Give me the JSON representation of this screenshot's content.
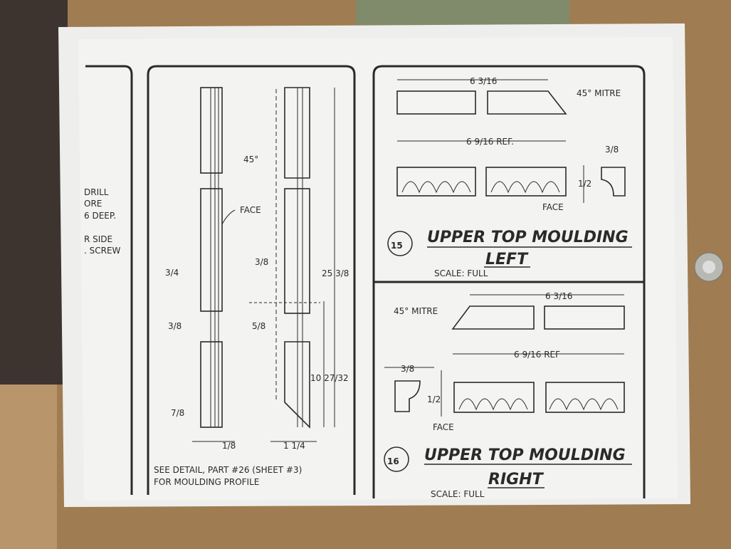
{
  "colors": {
    "wood": "#9c7a52",
    "paper": "#f1f2ef",
    "ink": "#2a2a2a"
  },
  "left_panel": {
    "lines": [
      "DRILL",
      "ORE",
      "6 DEEP.",
      "R SIDE",
      ". SCREW"
    ]
  },
  "middle_panel": {
    "labels": {
      "face": "FACE",
      "angle": "45°",
      "d34": "3/4",
      "d38a": "3/8",
      "d38b": "3/8",
      "d58": "5/8",
      "d78": "7/8",
      "d18": "1/8",
      "d114": "1 1/4",
      "d2538": "25 3/8",
      "d102732": "10 27/32"
    },
    "note_line1": "SEE DETAIL, PART #26 (SHEET #3)",
    "note_line2": "FOR MOULDING PROFILE"
  },
  "part15": {
    "number": "15",
    "title_line1": "UPPER TOP MOULDING",
    "title_line2": "LEFT",
    "scale": "SCALE: FULL",
    "dim_length": "6 3/16",
    "dim_ref": "6 9/16 REF.",
    "mitre": "45° MITRE",
    "dim_width": "3/8",
    "dim_height": "1/2",
    "face": "FACE"
  },
  "part16": {
    "number": "16",
    "title_line1": "UPPER TOP MOULDING",
    "title_line2": "RIGHT",
    "scale": "SCALE: FULL",
    "dim_length": "6 3/16",
    "dim_ref": "6 9/16 REF",
    "mitre": "45° MITRE",
    "dim_width": "3/8",
    "dim_height": "1/2",
    "face": "FACE"
  }
}
